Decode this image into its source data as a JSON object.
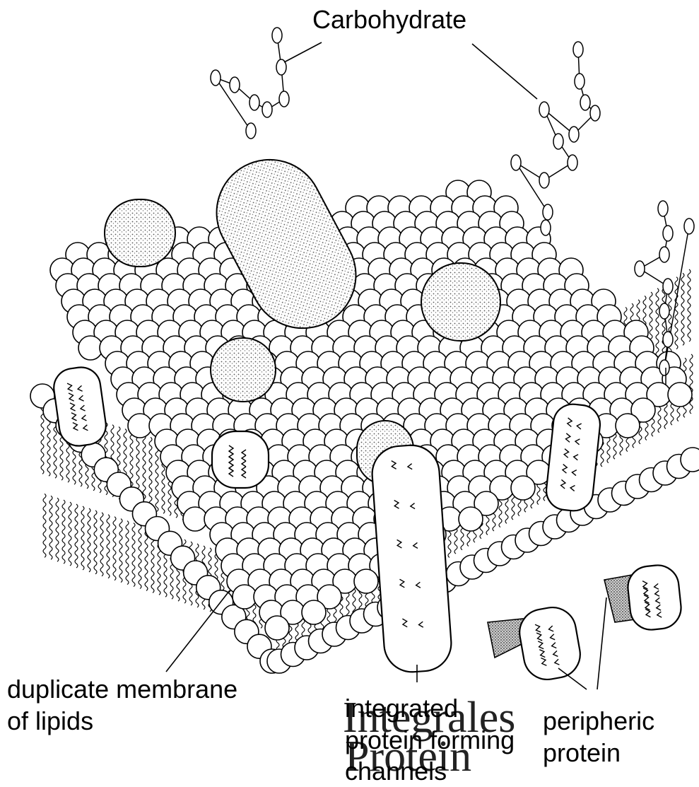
{
  "labels": {
    "carbohydrate": "Carbohydrate",
    "lipids_line1": "duplicate membrane",
    "lipids_line2": "of lipids",
    "integrated_line1": "integrated",
    "integrated_line2": "protein forming",
    "integrated_line3": "channels",
    "peripheric_line1": "peripheric",
    "peripheric_line2": "protein",
    "underlay_line1": "Integrales",
    "underlay_line2": "Protein"
  },
  "colors": {
    "ink": "#000000",
    "paper": "#ffffff",
    "shade": "#9a9a9a"
  }
}
